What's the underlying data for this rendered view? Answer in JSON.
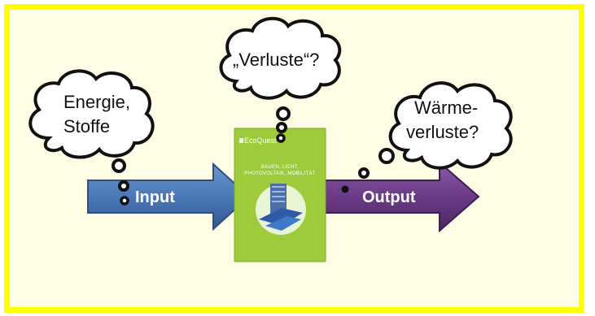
{
  "clouds": {
    "input_cloud": {
      "line1": "Energie,",
      "line2": "Stoffe"
    },
    "middle_cloud": {
      "line1": "„Verluste“?"
    },
    "output_cloud": {
      "line1": "Wärme-",
      "line2": "verluste?"
    }
  },
  "arrows": {
    "input_label": "Input",
    "output_label": "Output"
  },
  "booklet": {
    "logo_text": "EcoQuest",
    "subtitle_line1": "BAUEN, LICHT,",
    "subtitle_line2": "PHOTOVOLTAIK, MOBILITÄT"
  },
  "colors": {
    "frame": "#ffff00",
    "background": "#fffde6",
    "input_arrow": "#4a78b8",
    "output_arrow": "#6b3a86",
    "booklet": "#9dcb3c"
  }
}
